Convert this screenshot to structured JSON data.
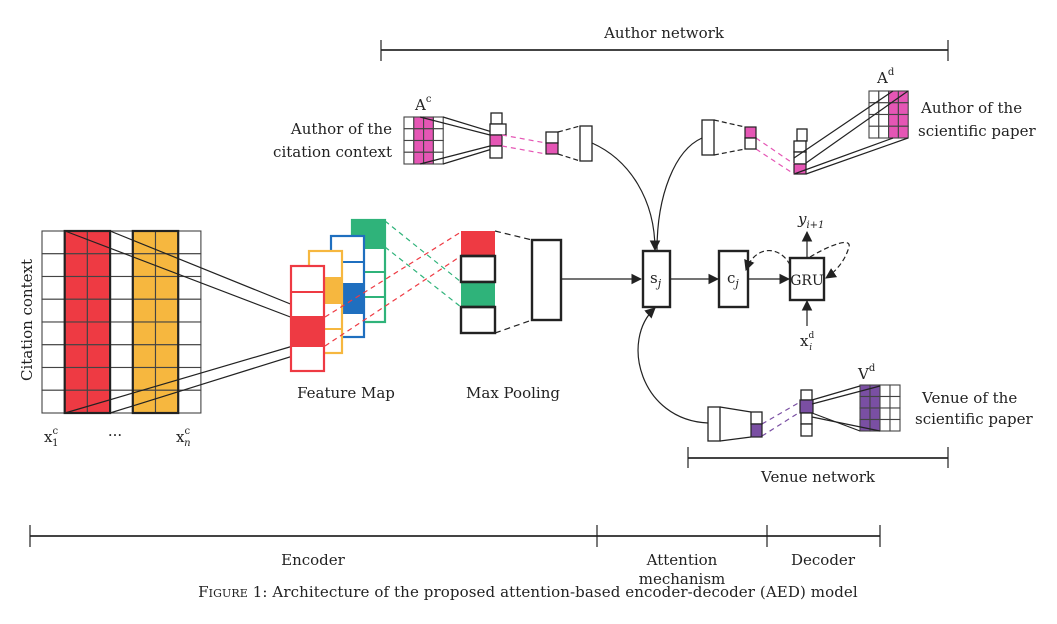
{
  "figure": {
    "caption_prefix": "Figure 1",
    "caption_text": ": Architecture of the proposed attention-based encoder-decoder (AED) model"
  },
  "brackets": {
    "author_network": "Author network",
    "venue_network": "Venue network",
    "encoder": "Encoder",
    "attention_line1": "Attention",
    "attention_line2": "mechanism",
    "decoder": "Decoder"
  },
  "encoder": {
    "citation_context_label": "Citation context",
    "x_first": "x",
    "x_first_sub": "1",
    "x_sup": "c",
    "ellipsis": "···",
    "x_last": "x",
    "x_last_sub": "n",
    "feature_map_label": "Feature Map",
    "max_pooling_label": "Max Pooling"
  },
  "author_citation": {
    "matrix_label": "A",
    "matrix_sup": "c",
    "label_line1": "Author of the",
    "label_line2": "citation context"
  },
  "author_paper": {
    "matrix_label": "A",
    "matrix_sup": "d",
    "label_line1": "Author of the",
    "label_line2": "scientific paper"
  },
  "venue_paper": {
    "matrix_label": "V",
    "matrix_sup": "d",
    "label_line1": "Venue of the",
    "label_line2": "scientific paper"
  },
  "nodes": {
    "s": "s",
    "s_sub": "j",
    "c": "c",
    "c_sub": "j",
    "gru": "GRU",
    "y": "y",
    "y_sub": "i+1",
    "x": "x",
    "x_sub": "i",
    "x_sup": "d"
  },
  "colors": {
    "red": "#ee3a43",
    "orange": "#f6b73f",
    "blue": "#1f6fbf",
    "green": "#2fb37a",
    "pink": "#e556b5",
    "purple": "#7a4fa3"
  }
}
